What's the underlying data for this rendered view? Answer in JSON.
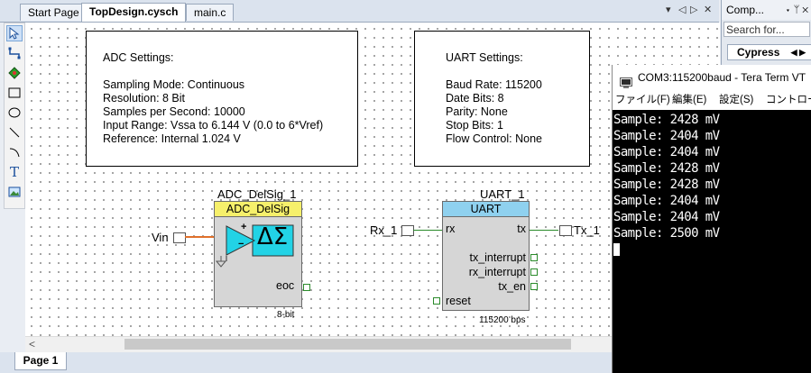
{
  "tabs": [
    {
      "label": "Start Page"
    },
    {
      "label": "TopDesign.cysch",
      "active": true
    },
    {
      "label": "main.c"
    }
  ],
  "tab_controls": {
    "menu": "▾",
    "prev": "◁",
    "next": "▷",
    "close": "✕"
  },
  "toolbox": [
    {
      "icon": "pointer-icon"
    },
    {
      "icon": "wire-icon"
    },
    {
      "icon": "component-icon"
    },
    {
      "icon": "rectangle-icon"
    },
    {
      "icon": "ellipse-icon"
    },
    {
      "icon": "line-icon"
    },
    {
      "icon": "arc-icon"
    },
    {
      "icon": "text-icon",
      "glyph": "T"
    },
    {
      "icon": "image-icon"
    }
  ],
  "adc_settings": {
    "title": "ADC Settings:",
    "lines": [
      "Sampling Mode: Continuous",
      "Resolution: 8 Bit",
      "Samples per Second: 10000",
      "Input Range: Vssa to 6.144 V (0.0 to 6*Vref)",
      "Reference: Internal 1.024 V"
    ]
  },
  "uart_settings": {
    "title": "UART Settings:",
    "lines": [
      "Baud Rate: 115200",
      "Date Bits: 8",
      "Parity: None",
      "Stop Bits: 1",
      "Flow Control: None"
    ]
  },
  "adc_component": {
    "instance": "ADC_DelSig_1",
    "header": "ADC_DelSig",
    "symbol": "ΔΣ",
    "plus": "+",
    "minus": "−",
    "input_pin": "Vin",
    "output_pin": "eoc",
    "footer": "8-bit",
    "header_color": "#f6f06b",
    "symbol_color": "#22d3e6"
  },
  "uart_component": {
    "instance": "UART_1",
    "header": "UART",
    "input_pin": "Rx_1",
    "rx": "rx",
    "tx": "tx",
    "output_pin": "Tx_1",
    "pins": [
      "tx_interrupt",
      "rx_interrupt",
      "tx_en"
    ],
    "reset": "reset",
    "footer": "115200 bps",
    "header_color": "#8fd1ef"
  },
  "scroll_left": "<",
  "bottom_tab": "Page 1",
  "right_panel": {
    "title": "Comp...",
    "controls": "▾ ᛘ ✕",
    "search_placeholder": "Search for...",
    "tab": "Cypress",
    "tab_arrows": "◀ ▶"
  },
  "terminal": {
    "title": "COM3:115200baud - Tera Term VT",
    "menu": [
      "ファイル(F)",
      "編集(E)",
      "設定(S)",
      "コントロール"
    ],
    "lines": [
      "Sample: 2428 mV",
      "Sample: 2404 mV",
      "Sample: 2404 mV",
      "Sample: 2428 mV",
      "Sample: 2428 mV",
      "Sample: 2404 mV",
      "Sample: 2404 mV",
      "Sample: 2500 mV"
    ]
  }
}
